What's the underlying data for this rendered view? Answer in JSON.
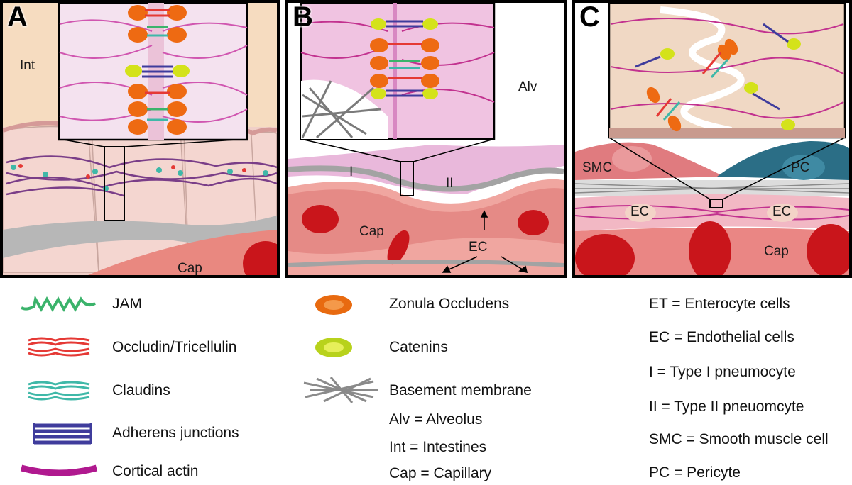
{
  "panels": {
    "a": {
      "letter": "A",
      "labels": {
        "int": "Int",
        "cap": "Cap"
      }
    },
    "b": {
      "letter": "B",
      "labels": {
        "alv": "Alv",
        "type1": "I",
        "type2": "II",
        "cap": "Cap",
        "ec": "EC"
      }
    },
    "c": {
      "letter": "C",
      "labels": {
        "smc": "SMC",
        "pc": "PC",
        "ec_left": "EC",
        "ec_right": "EC",
        "cap": "Cap"
      }
    }
  },
  "legend": {
    "proteins": [
      {
        "icon": "jam-icon",
        "label": "JAM",
        "color": "#3bb36b"
      },
      {
        "icon": "occludin-icon",
        "label": "Occludin/Tricellulin",
        "color": "#e53935"
      },
      {
        "icon": "claudin-icon",
        "label": "Claudins",
        "color": "#3fb8a8"
      },
      {
        "icon": "adherens-icon",
        "label": "Adherens junctions",
        "color": "#3f3c9c"
      },
      {
        "icon": "actin-icon",
        "label": "Cortical actin",
        "color": "#b0198f"
      }
    ],
    "middle": [
      {
        "icon": "zonula-icon",
        "label": "Zonula Occludens",
        "color": "#e86a10"
      },
      {
        "icon": "catenin-icon",
        "label": "Catenins",
        "color": "#d4e21a"
      },
      {
        "icon": "basement-membrane-icon",
        "label": "Basement membrane",
        "color": "#8a8a8a"
      }
    ],
    "middle_abbreviations": [
      "Alv = Alveolus",
      "Int = Intestines",
      "Cap = Capillary"
    ],
    "right_abbreviations": [
      "ET = Enterocyte cells",
      "EC = Endothelial cells",
      "I = Type I pneumocyte",
      "II = Type II pneuomcyte",
      "SMC = Smooth muscle cell",
      "PC = Pericyte"
    ]
  }
}
